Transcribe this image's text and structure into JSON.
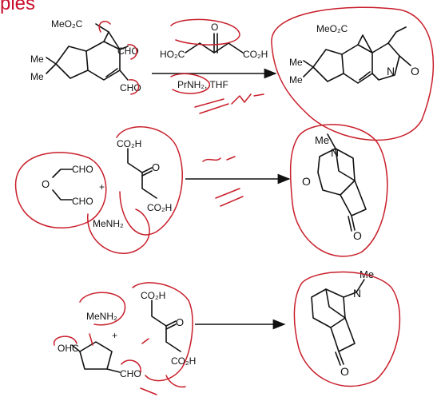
{
  "heading": "ples",
  "reaction1": {
    "sm_ester": "MeO₂C",
    "sm_me1": "Me",
    "sm_me2": "Me",
    "sm_cho_top": "CHO",
    "sm_cho_bottom": "CHO",
    "reagent_left": "HO₂C",
    "reagent_right": "CO₂H",
    "reagent_o": "O",
    "conditions": "PrNH₂, THF",
    "product_ester": "MeO₂C",
    "product_me1": "Me",
    "product_me2": "Me",
    "product_n": "N",
    "product_o": "O"
  },
  "reaction2": {
    "sm_cho_top": "CHO",
    "sm_cho_bottom": "CHO",
    "sm_o": "O",
    "acid_top": "CO₂H",
    "acid_bottom": "CO₂H",
    "acid_o": "O",
    "amine": "MeNH₂",
    "plus": "+",
    "product_me": "Me",
    "product_n": "N",
    "product_ring_o": "O",
    "product_o": "O"
  },
  "reaction3": {
    "amine": "MeNH₂",
    "plus": "+",
    "sm_cho_left": "OHC",
    "sm_cho_right": "CHO",
    "acid_top": "CO₂H",
    "acid_bottom": "CO₂H",
    "acid_o": "O",
    "product_me": "Me",
    "product_n": "N",
    "product_o": "O"
  },
  "colors": {
    "ink": "#c81e2a",
    "heading": "#c8102e",
    "structure": "#111111"
  }
}
